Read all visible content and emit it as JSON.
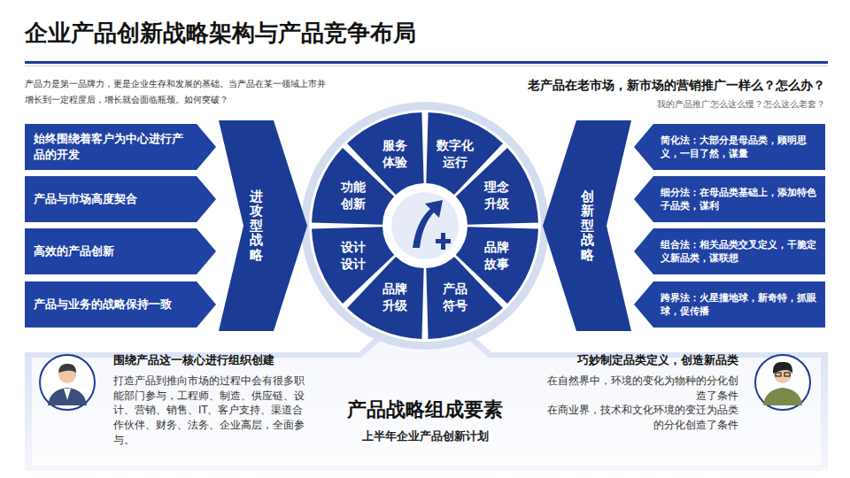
{
  "diagram": {
    "title": "企业产品创新战略架构与产品竞争布局",
    "nodes": [
      {
        "text": [
          "始终围绕着客户为中心进行产品的开发"
        ]
      },
      {
        "text": [
          "产品与市场高度契合"
        ]
      },
      {
        "text": [
          "高效的产品创新"
        ]
      },
      {
        "text": [
          "产品与业务的战略保持一致"
        ]
      },
      {
        "text": [
          "进攻型战略"
        ]
      },
      {
        "text": [
          "服务体验"
        ]
      },
      {
        "text": [
          "数字化运行"
        ]
      },
      {
        "text": [
          "理念升级"
        ]
      },
      {
        "text": [
          "品牌故事"
        ]
      },
      {
        "text": [
          "产品符号"
        ]
      },
      {
        "text": [
          "品牌升级"
        ]
      },
      {
        "text": [
          "设计设计"
        ]
      },
      {
        "text": [
          "功能创新"
        ]
      },
      {
        "text": [
          "创新型战略"
        ]
      },
      {
        "text": [
          "简化法：大部分是母品类，顾明思义，一目了然，谋量"
        ]
      },
      {
        "text": [
          "细分法：在母品类基础上，添加特色子品类，谋利"
        ]
      },
      {
        "text": [
          "组合法：相关品类交叉定义，干脆定义新品类，谋联想"
        ]
      },
      {
        "text": [
          "跨界法：火星撞地球，新奇特，抓眼球，促传播"
        ]
      },
      {
        "text": [
          "围绕产品这一核心进行组织创建",
          "打造产品到推向市场的过程中会有很多职能部门参与，工程师、制造、供应链、设计、营销、销售、IT、客户支持、渠道合作伙伴、财务、法务、企业高层，全面参与。"
        ]
      },
      {
        "text": [
          "产品战略组成要素",
          "上半年企业产品创新计划"
        ]
      },
      {
        "text": [
          "巧妙制定品类定义，创造新品类",
          "在自然界中，环境的变化为物种的分化创造了条件",
          "在商业界，技术和文化环境的变迁为品类的分化创造了条件"
        ]
      }
    ],
    "labels": [
      "产品力是第一品牌力，更是企业生存和发展的基础。当产品在某一领域上市并增长到一定程度后，增长就会面临瓶颈。如何突破？",
      "老产品在老市场，新市场的营销推广一样么？怎么办？",
      "我的产品推广怎么这么慢？怎么这么老套？"
    ]
  }
}
